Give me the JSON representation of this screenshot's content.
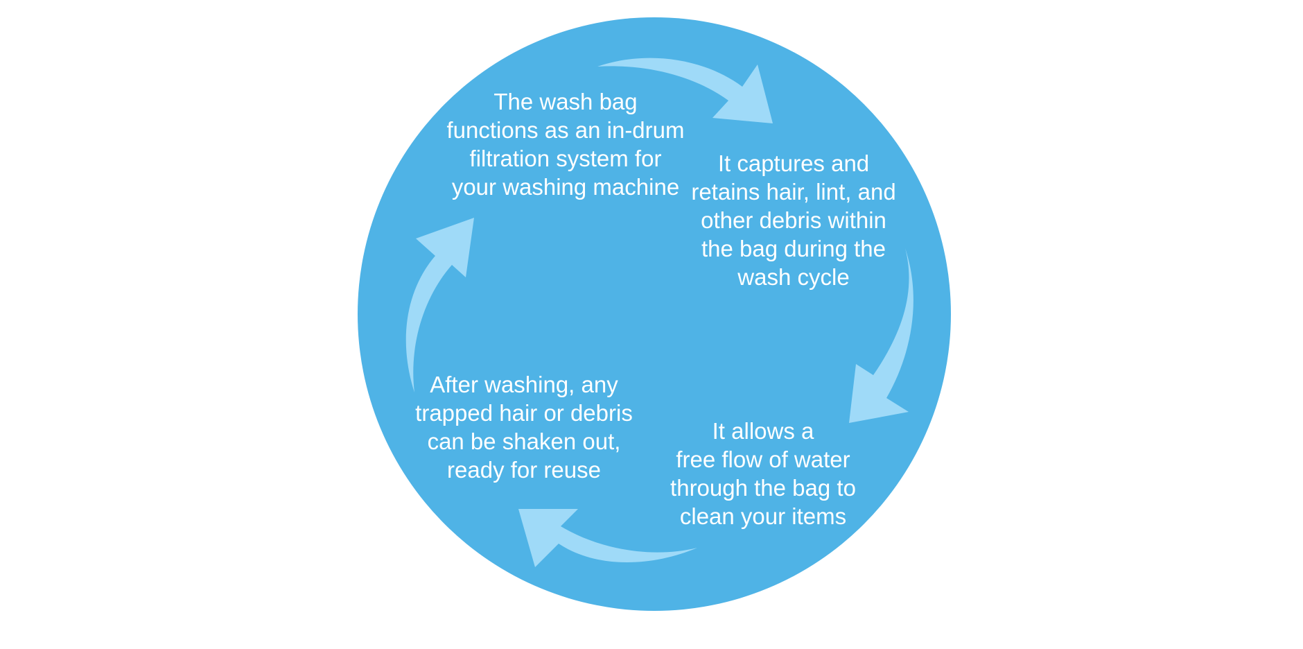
{
  "colors": {
    "circle_fill": "#4fb3e6",
    "arrow_fill": "#9fdaf8",
    "text": "#ffffff",
    "background": "#ffffff"
  },
  "cycle": {
    "steps": [
      {
        "text": "The wash bag\nfunctions as an in-drum\nfiltration system for\nyour washing machine"
      },
      {
        "text": "It captures and\nretains hair, lint, and\nother debris within\nthe bag during the\nwash cycle"
      },
      {
        "text": "It allows a\nfree flow of water\nthrough the bag to\nclean your items"
      },
      {
        "text": "After washing, any\ntrapped hair or debris\ncan be shaken out,\nready for reuse"
      }
    ],
    "arrows": [
      {
        "icon": "curved-arrow-right-icon"
      },
      {
        "icon": "curved-arrow-down-icon"
      },
      {
        "icon": "curved-arrow-left-icon"
      },
      {
        "icon": "curved-arrow-up-icon"
      }
    ]
  }
}
